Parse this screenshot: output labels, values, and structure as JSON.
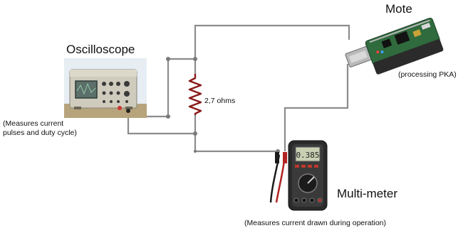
{
  "diagram": {
    "oscilloscope": {
      "title": "Oscilloscope",
      "note_line1": "(Measures current",
      "note_line2": "pulses and duty cycle)"
    },
    "resistor": {
      "value_label": "2,7 ohms"
    },
    "mote": {
      "title": "Mote",
      "note": "(processing PKA)"
    },
    "multimeter": {
      "title": "Multi-meter",
      "reading": "0.385",
      "note": "(Measures current drawn during operation)"
    },
    "colors": {
      "wire": "#8c8c8c",
      "resistor": "#8b1a1a",
      "scope_body": "#c9c3b0",
      "mote_board": "#2f6b3d",
      "meter_body": "#2a2a2a"
    }
  }
}
